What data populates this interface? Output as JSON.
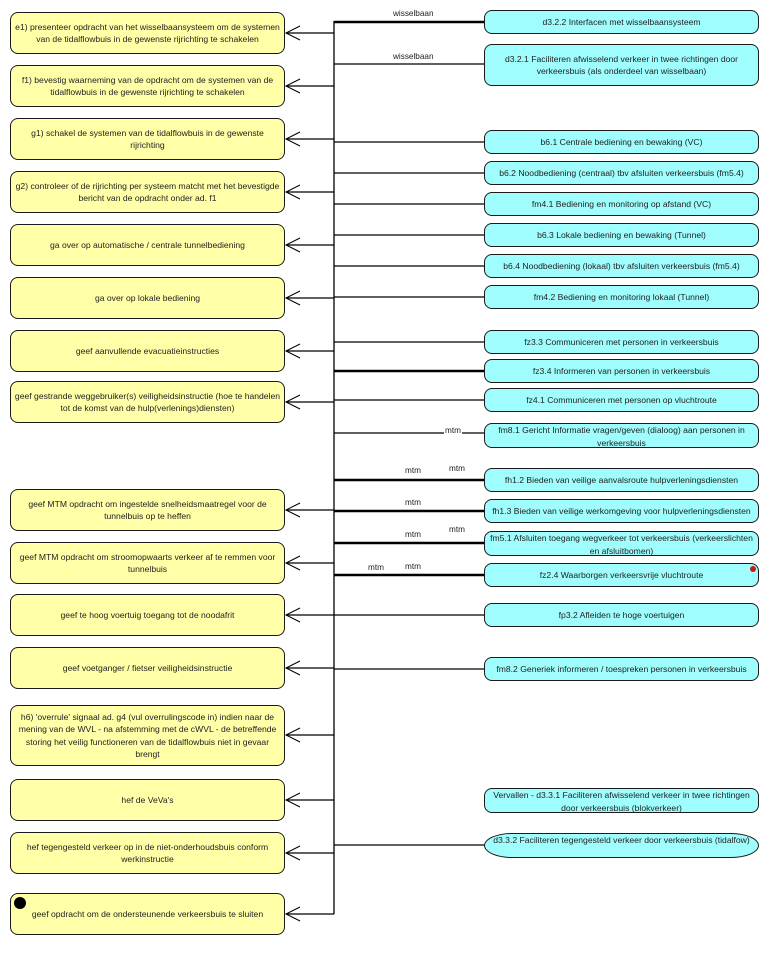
{
  "diagram": {
    "left_activities": [
      {
        "id": "e1",
        "text": "e1) presenteer opdracht van het wisselbaansysteem om de systemen van de tidalflowbuis in de gewenste rijrichting te schakelen"
      },
      {
        "id": "f1",
        "text": "f1) bevestig waarneming van de opdracht om de systemen van de tidalflowbuis in de gewenste rijrichting te schakelen"
      },
      {
        "id": "g1",
        "text": "g1) schakel de systemen van de tidalflowbuis in de gewenste rijrichting"
      },
      {
        "id": "g2",
        "text": "g2) controleer of de rijrichting per systeem matcht met het bevestigde bericht van de opdracht onder ad. f1"
      },
      {
        "id": "tunnel-central",
        "text": "ga over op automatische / centrale tunnelbediening"
      },
      {
        "id": "local",
        "text": "ga over op lokale bediening"
      },
      {
        "id": "evac",
        "text": "geef aanvullende evacuatieinstructies"
      },
      {
        "id": "stranded",
        "text": "geef gestrande weggebruiker(s) veiligheidsinstructie (hoe te handelen tot de komst van de hulp(verlenings)diensten)"
      },
      {
        "id": "mtm-speed",
        "text": "geef MTM opdracht om ingestelde snelheidsmaatregel voor de tunnelbuis op te heffen"
      },
      {
        "id": "mtm-brake",
        "text": "geef MTM opdracht om stroomopwaarts verkeer af te remmen voor tunnelbuis"
      },
      {
        "id": "high-vehicle",
        "text": "geef te hoog voertuig toegang tot de noodafrit"
      },
      {
        "id": "pedestrian",
        "text": "geef voetganger / fietser veiligheidsinstructie"
      },
      {
        "id": "h6",
        "text": "h6) 'overrule' signaal ad. g4 (vul overrulingscode in) indien naar de mening van de WVL - na afstemming met de cWVL - de betreffende storing het veilig functioneren van de tidalflowbuis niet in gevaar brengt"
      },
      {
        "id": "veva",
        "text": "hef de VeVa's"
      },
      {
        "id": "opposite",
        "text": "hef tegengesteld verkeer op in de niet-onderhoudsbuis conform werkinstructie"
      },
      {
        "id": "close",
        "text": "geef opdracht om de ondersteunende verkeersbuis te sluiten"
      }
    ],
    "right_functions": [
      {
        "id": "d3.2.2",
        "text": "d3.2.2 Interfacen met wisselbaansysteem"
      },
      {
        "id": "d3.2.1",
        "text": "d3.2.1 Faciliteren afwisselend verkeer in twee richtingen door verkeersbuis (als onderdeel van wisselbaan)"
      },
      {
        "id": "b6.1",
        "text": "b6.1 Centrale bediening en bewaking (VC)"
      },
      {
        "id": "b6.2",
        "text": "b6.2 Noodbediening (centraal) tbv afsluiten verkeersbuis (fm5.4)"
      },
      {
        "id": "fm4.1",
        "text": "fm4.1 Bediening en monitoring op afstand (VC)"
      },
      {
        "id": "b6.3",
        "text": "b6.3 Lokale bediening en bewaking (Tunnel)"
      },
      {
        "id": "b6.4",
        "text": "b6.4 Noodbediening (lokaal) tbv afsluiten verkeersbuis (fm5.4)"
      },
      {
        "id": "fm4.2",
        "text": "fm4.2 Bediening en monitoring lokaal (Tunnel)"
      },
      {
        "id": "fz3.3",
        "text": "fz3.3 Communiceren met personen in verkeersbuis"
      },
      {
        "id": "fz3.4",
        "text": "fz3.4 Informeren van personen in verkeersbuis"
      },
      {
        "id": "fz4.1",
        "text": "fz4.1 Communiceren met personen op vluchtroute"
      },
      {
        "id": "fm8.1",
        "text": "fm8.1 Gericht Informatie vragen/geven (dialoog) aan personen in verkeersbuis"
      },
      {
        "id": "fh1.2",
        "text": "fh1.2 Bieden van veilige aanvalsroute hulpverleningsdiensten"
      },
      {
        "id": "fh1.3",
        "text": "fh1.3 Bieden van veilige werkomgeving voor hulpverleningsdiensten"
      },
      {
        "id": "fm5.1",
        "text": "fm5.1 Afsluiten toegang wegverkeer tot verkeersbuis (verkeerslichten en afsluitbomen)"
      },
      {
        "id": "fz2.4",
        "text": "fz2.4 Waarborgen verkeersvrije vluchtroute"
      },
      {
        "id": "fp3.2",
        "text": "fp3.2 Afleiden te hoge voertuigen"
      },
      {
        "id": "fm8.2",
        "text": "fm8.2 Generiek informeren / toespreken personen in verkeersbuis"
      },
      {
        "id": "d3.3.1",
        "text": "Vervallen - d3.3.1 Faciliteren afwisselend verkeer in twee richtingen door verkeersbuis (blokverkeer)"
      },
      {
        "id": "d3.3.2",
        "text": "d3.3.2 Faciliteren tegengesteld verkeer door verkeersbuis (tidalfow)"
      }
    ],
    "connector_labels": {
      "wisselbaan_1": "wisselbaan",
      "wisselbaan_2": "wisselbaan",
      "mtm_fm81": "mtm",
      "mtm_fh12_a": "mtm",
      "mtm_fh12_b": "mtm",
      "mtm_fh13": "mtm",
      "mtm_fm51_a": "mtm",
      "mtm_fm51_b": "mtm",
      "mtm_fz24_a": "mtm",
      "mtm_fz24_b": "mtm"
    },
    "colors": {
      "activity_fill": "#ffffa8",
      "function_fill": "#9ffdfd",
      "marker_red": "#c41a1a"
    }
  }
}
